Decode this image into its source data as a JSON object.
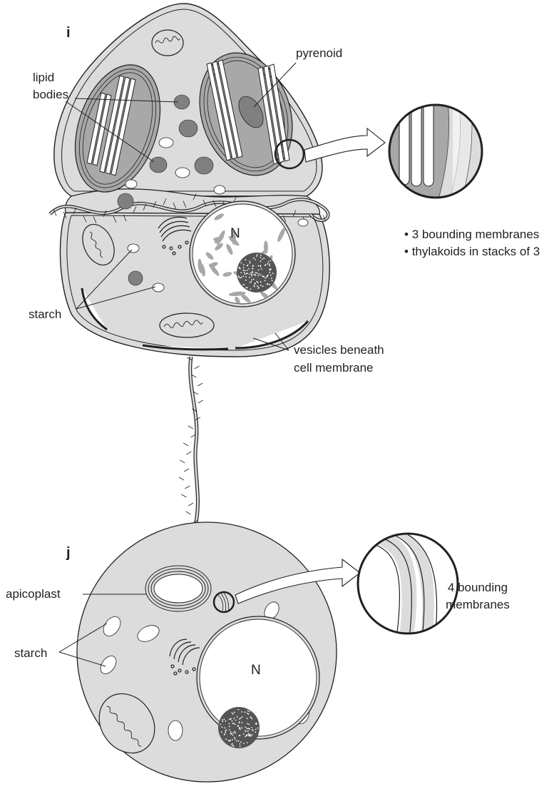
{
  "panel_i": {
    "letter": "i",
    "labels": {
      "lipid_line1": "lipid",
      "lipid_line2": "bodies",
      "pyrenoid": "pyrenoid",
      "starch": "starch",
      "vesicles_line1": "vesicles beneath",
      "vesicles_line2": "cell membrane",
      "nucleus": "N"
    },
    "inset_notes": [
      "3 bounding membranes",
      "thylakoids in stacks of 3"
    ]
  },
  "panel_j": {
    "letter": "j",
    "labels": {
      "apicoplast": "apicoplast",
      "starch": "starch",
      "nucleus": "N"
    },
    "inset_notes": [
      "4 bounding",
      "membranes"
    ]
  },
  "colors": {
    "cytoplasm": "#dcdcdc",
    "chloroplast": "#a8a8a8",
    "lipid": "#808080",
    "line": "#231f20",
    "white": "#ffffff"
  }
}
